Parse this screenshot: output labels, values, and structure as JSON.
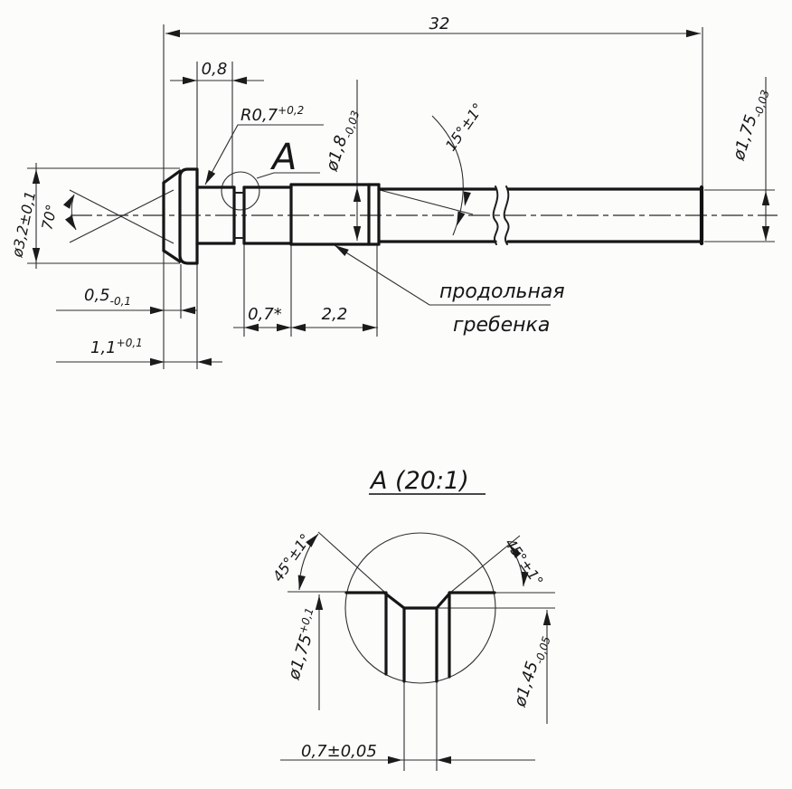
{
  "style": {
    "ink": "#1b1b1b",
    "paper": "#fcfcfb"
  },
  "drawing": {
    "main_view": {
      "overall_length": "32",
      "neck_length": "0,8",
      "fillet_radius": {
        "value": "R0,7",
        "tol": "+0,2"
      },
      "detail_callout": "A",
      "comb_diameter": {
        "value": "ø1,8",
        "tol": "-0,03"
      },
      "lead_angle": "15°±1°",
      "shaft_diameter": {
        "value": "ø1,75",
        "tol": "-0,03"
      },
      "head_diameter": "ø3,2±0,1",
      "cone_angle": "70°",
      "cone_length": {
        "value": "0,5",
        "tol": "-0,1"
      },
      "head_length": {
        "value": "1,1",
        "tol": "+0,1"
      },
      "spacer_length": "0,7*",
      "comb_length": "2,2",
      "comb_note_line1": "продольная",
      "comb_note_line2": "гребенка"
    },
    "detail_view": {
      "title": "A (20:1)",
      "chamfer_angle_left": "45°±1°",
      "chamfer_angle_right": "45°±1°",
      "land_diameter": {
        "value": "ø1,75",
        "tol": "+0,1"
      },
      "groove_diameter": {
        "value": "ø1,45",
        "tol": "-0,05"
      },
      "groove_width": "0,7±0,05"
    }
  }
}
